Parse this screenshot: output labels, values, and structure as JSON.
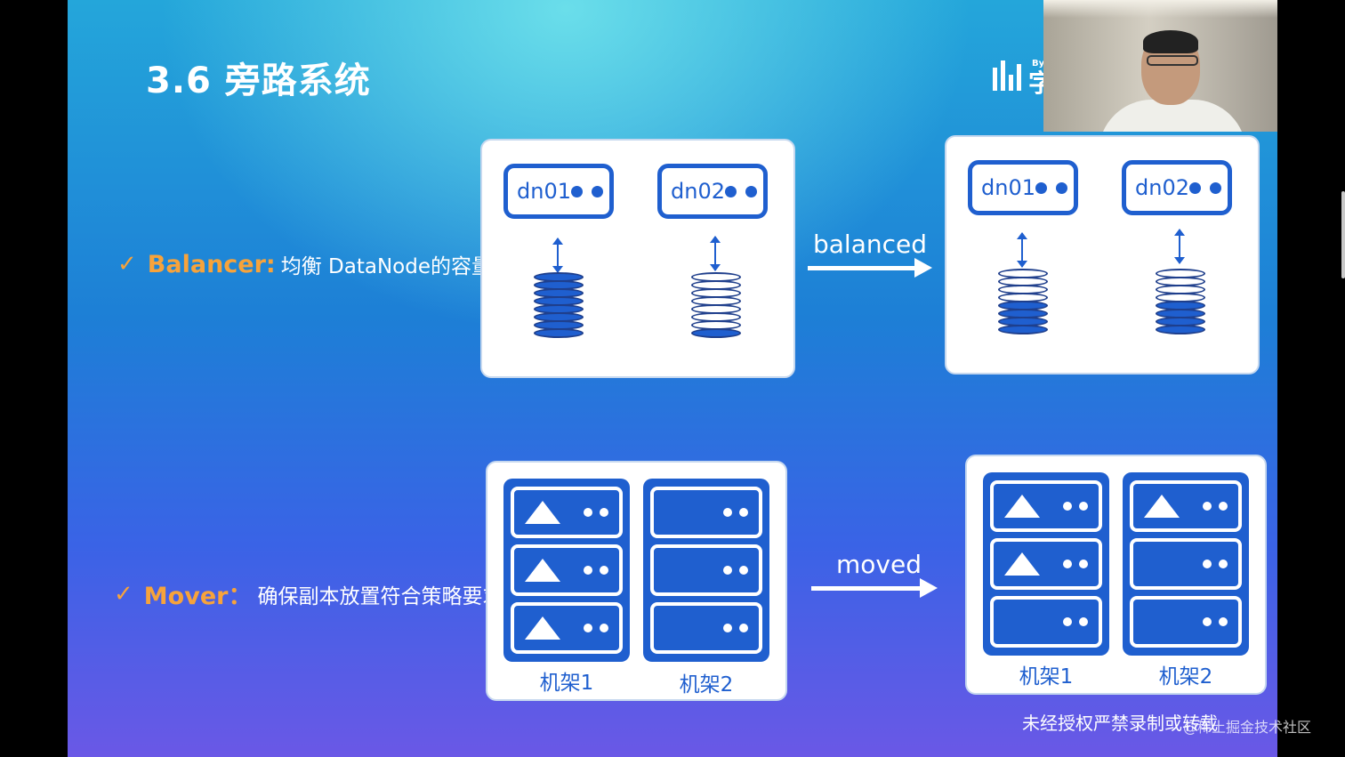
{
  "slide": {
    "title": "3.6 旁路系统",
    "logo_by": "By",
    "logo_char": "字"
  },
  "bullets": [
    {
      "check": "✓",
      "keyword": "Balancer:",
      "description": "均衡 DataNode的容量"
    },
    {
      "check": "✓",
      "keyword": "Mover：",
      "description": "确保副本放置符合策略要求"
    }
  ],
  "balancer": {
    "before": [
      {
        "label": "dn01",
        "fill_fraction": 1.0
      },
      {
        "label": "dn02",
        "fill_fraction": 0.17
      }
    ],
    "after": [
      {
        "label": "dn01",
        "fill_fraction": 0.5
      },
      {
        "label": "dn02",
        "fill_fraction": 0.5
      }
    ],
    "arrow_label": "balanced"
  },
  "mover": {
    "before": [
      {
        "label": "机架1",
        "units_with_data": [
          true,
          true,
          true
        ]
      },
      {
        "label": "机架2",
        "units_with_data": [
          false,
          false,
          false
        ]
      }
    ],
    "after": [
      {
        "label": "机架1",
        "units_with_data": [
          true,
          true,
          false
        ]
      },
      {
        "label": "机架2",
        "units_with_data": [
          true,
          false,
          false
        ]
      }
    ],
    "arrow_label": "moved"
  },
  "notice": "未经授权严禁录制或转载",
  "watermark": "@稀土掘金技术社区",
  "colors": {
    "accent_orange": "#f7a33b",
    "node_blue": "#1f5fcf",
    "background_top": "#24a6da",
    "background_bottom": "#6a58e6"
  }
}
